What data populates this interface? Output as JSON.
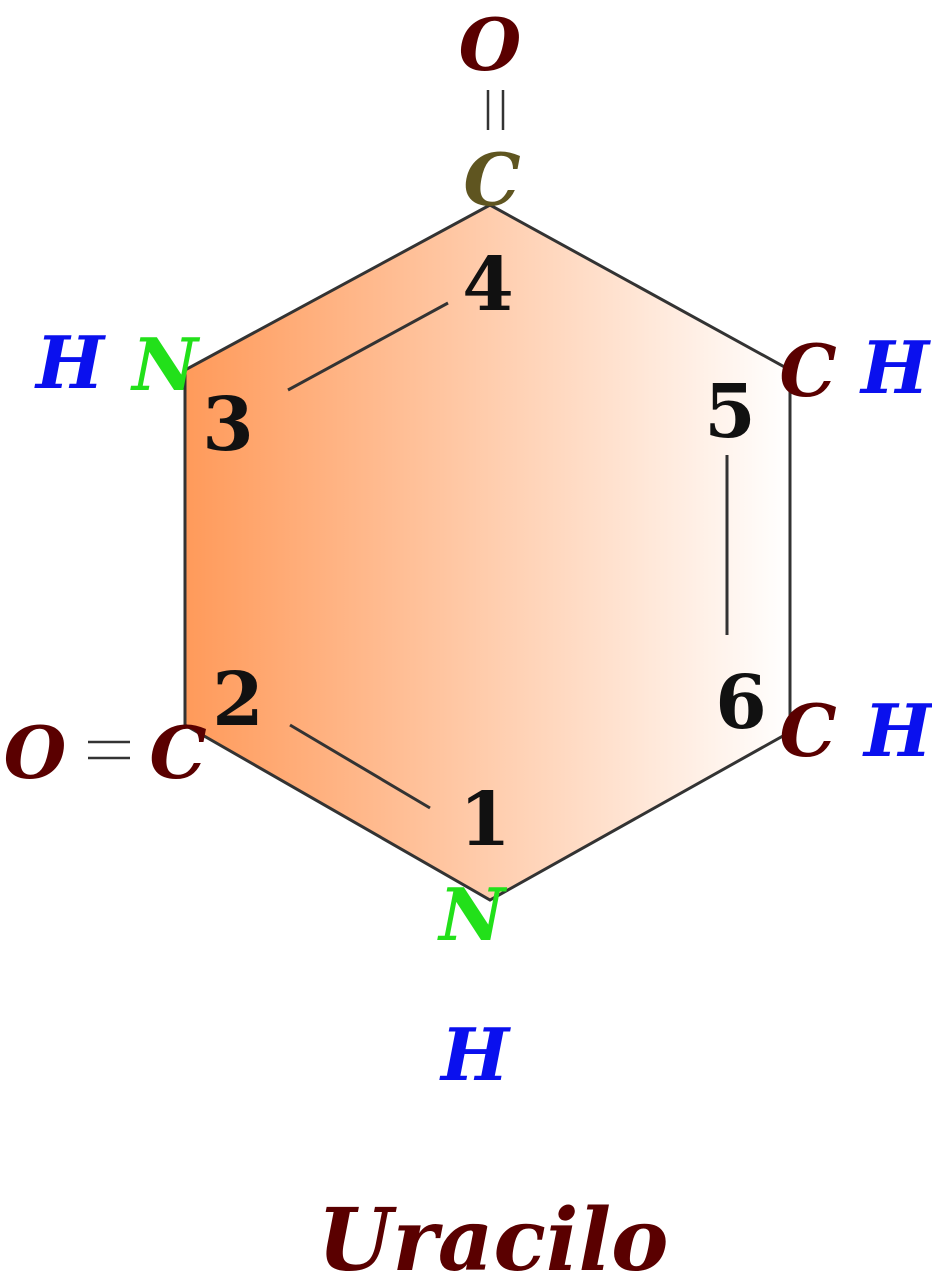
{
  "diagram": {
    "colors": {
      "oxygen": "#5a0000",
      "carbon_top": "#5f5520",
      "carbon": "#5a0000",
      "nitrogen": "#22e01a",
      "hydrogen": "#0a10ee",
      "number": "#111111",
      "bond": "#333333",
      "ring_fill_dark": "#ff9a5a",
      "ring_fill_light": "#ffffff"
    },
    "atoms": {
      "o_top": "O",
      "c4": "C",
      "n3": "N",
      "h_n3": "H",
      "c5": "C",
      "h_c5": "H",
      "c6": "C",
      "h_c6": "H",
      "c2": "C",
      "o_left": "O",
      "n1": "N",
      "h_n1": "H"
    },
    "numbers": {
      "n1": "1",
      "n2": "2",
      "n3": "3",
      "n4": "4",
      "n5": "5",
      "n6": "6"
    },
    "title": "Uracilo"
  }
}
